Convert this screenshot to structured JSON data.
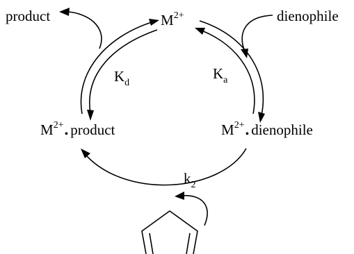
{
  "species": {
    "metal": {
      "base": "M",
      "charge": "2+"
    },
    "metal_product": {
      "base": "M",
      "charge": "2+",
      "dot": "•",
      "ligand": "product"
    },
    "metal_dienophile": {
      "base": "M",
      "charge": "2+",
      "dot": "•",
      "ligand": "dienophile"
    }
  },
  "free": {
    "product": "product",
    "dienophile": "dienophile"
  },
  "constants": {
    "Kd": {
      "base": "K",
      "sub": "d"
    },
    "Ka": {
      "base": "K",
      "sub": "a"
    },
    "k2": {
      "base": "k",
      "sub": "2"
    }
  },
  "diene_icon": "cyclopentadiene-icon"
}
